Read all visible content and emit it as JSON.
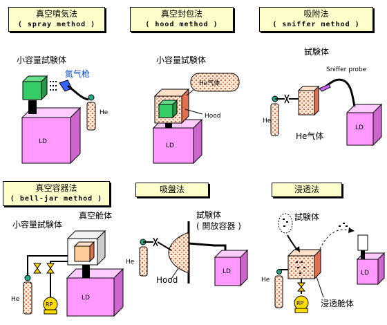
{
  "panels": {
    "spray": {
      "title": "真空噴気法",
      "subtitle": "( spray method )",
      "test_object_label": "小容量試験体",
      "gun_label": "氮气枪",
      "he_label": "He",
      "ld_label": "LD"
    },
    "hood": {
      "title": "真空封包法",
      "subtitle": "( hood method )",
      "test_object_label": "小容量試験体",
      "he_gas_label": "He气体",
      "hood_label": "Hood",
      "ld_label": "LD"
    },
    "sniffer": {
      "title": "吸附法",
      "subtitle": "( sniffer method )",
      "test_object_label": "試験体",
      "probe_label": "Sniffer probe",
      "he_label": "He",
      "he_gas_label": "He气体",
      "ld_label": "LD"
    },
    "belljar": {
      "title": "真空容器法",
      "subtitle": "( bell-jar method )",
      "test_object_label": "小容量試験体",
      "chamber_label": "真空舱体",
      "he_label": "He",
      "rp_label": "RP",
      "ld_label": "LD"
    },
    "suction": {
      "title": "吸盤法",
      "test_object_label": "試験体",
      "open_container_label": "( 開放容器 )",
      "hood_label": "Hood",
      "he_label": "He",
      "ld_label": "LD"
    },
    "immersion": {
      "title": "浸透法",
      "test_object_label": "試験体",
      "chamber_label": "浸透舱体",
      "he_label": "He",
      "rp_label": "RP",
      "ld_label": "LD"
    }
  },
  "colors": {
    "title_bg": "#ffffcc",
    "ld_box": "#ff99ff",
    "test_object_green": "#33cc66",
    "test_object_orange": "#ffcc99",
    "he_cylinder": "#ffe4cc",
    "valve": "#ffcc00",
    "pump": "#ffdd00",
    "probe": "#cc66ff"
  }
}
